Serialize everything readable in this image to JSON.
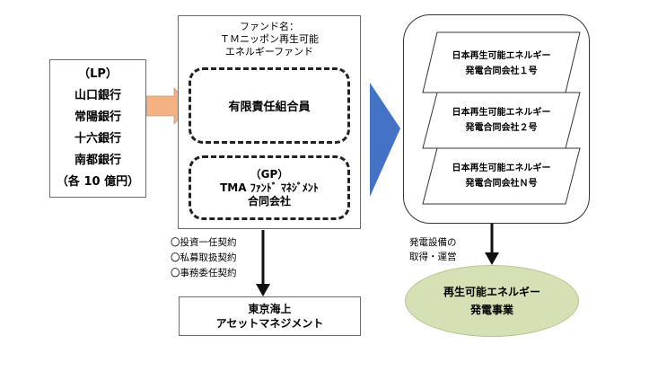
{
  "lp": {
    "lines": [
      "（LP）",
      "山口銀行",
      "常陽銀行",
      "十六銀行",
      "南都銀行",
      "（各 10 億円）"
    ]
  },
  "fund": {
    "name_lines": [
      "ファンド名：",
      "ＴＭニッポン再生可能",
      "エネルギーファンド"
    ],
    "limited_partner_label": "有限責任組合員",
    "gp_lines": [
      "（GP）",
      "TMA ﾌｧﾝﾄﾞ ﾏﾈｼﾞﾒﾝﾄ",
      "合同会社"
    ]
  },
  "contracts": [
    "〇投資一任契約",
    "〇私募取扱契約",
    "〇事務委任契約"
  ],
  "manager": {
    "lines": [
      "東京海上",
      "アセットマネジメント"
    ]
  },
  "subsidiaries": [
    {
      "line1": "日本再生可能エネルギー",
      "line2": "発電合同会社１号"
    },
    {
      "line1": "日本再生可能エネルギー",
      "line2": "発電合同会社２号"
    },
    {
      "line1": "日本再生可能エネルギー",
      "line2": "発電合同会社Ｎ号"
    }
  ],
  "operation_label": [
    "発電設備の",
    "取得・運営"
  ],
  "business": {
    "lines": [
      "再生可能エネルギー",
      "発電事業"
    ]
  },
  "colors": {
    "lp_arrow": "#f4b183",
    "big_arrow": "#4472c4",
    "ellipse": "#d5e1b4"
  }
}
